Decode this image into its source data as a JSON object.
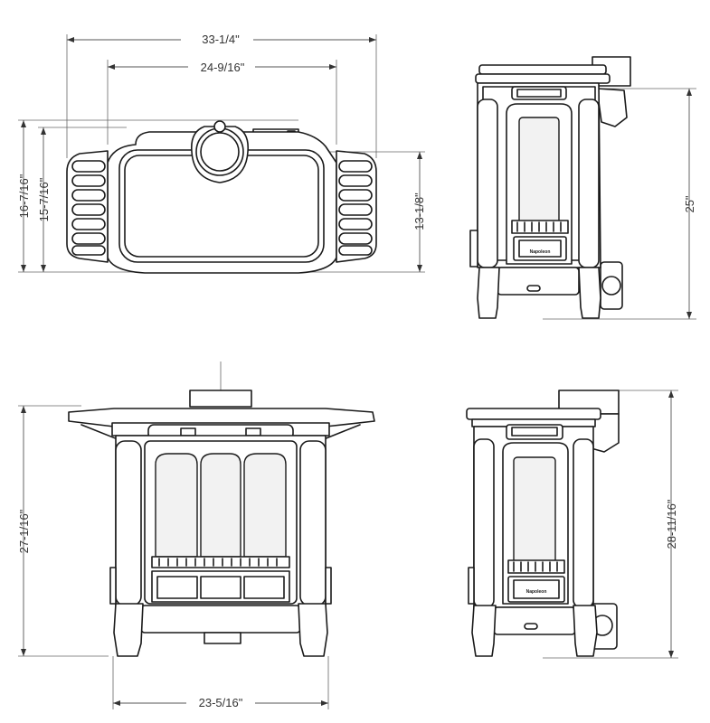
{
  "colors": {
    "line": "#1a1a1a",
    "dimension": "#555555",
    "background": "#ffffff"
  },
  "top_view": {
    "overall_width": "33-1/4\"",
    "body_width": "24-9/16\"",
    "overall_depth": "16-7/16\"",
    "body_depth": "15-7/16\"",
    "top_depth": "13-1/8\""
  },
  "side_view_upper": {
    "height": "25\""
  },
  "front_view": {
    "height": "27-1/16\"",
    "base_width": "23-5/16\""
  },
  "side_view_lower": {
    "height": "28-11/16\""
  },
  "brand_plate": "Napoleon"
}
